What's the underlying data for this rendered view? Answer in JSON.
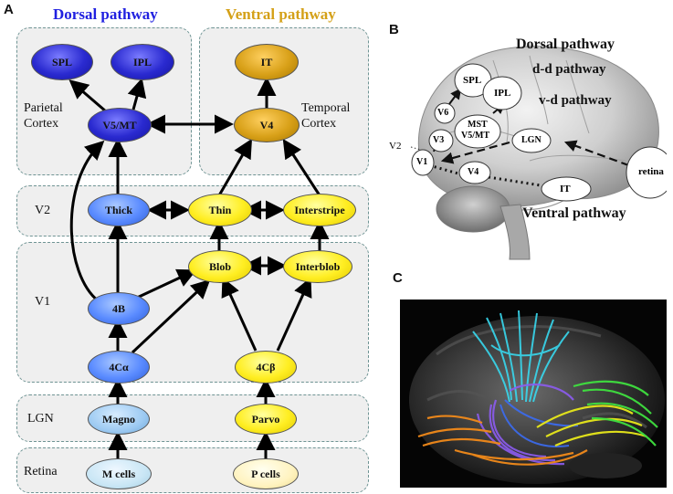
{
  "panel_a": {
    "letter": "A",
    "dorsal_title": "Dorsal pathway",
    "ventral_title": "Ventral pathway",
    "colors": {
      "dorsal": "#2020e0",
      "ventral": "#d4a017"
    },
    "regions": {
      "parietal": "Parietal\nCortex",
      "temporal": "Temporal\nCortex",
      "v2": "V2",
      "v1": "V1",
      "lgn": "LGN",
      "retina": "Retina"
    },
    "nodes": {
      "spl": "SPL",
      "ipl": "IPL",
      "it": "IT",
      "v5mt": "V5/MT",
      "v4": "V4",
      "thick": "Thick",
      "thin": "Thin",
      "interstripe": "Interstripe",
      "blob": "Blob",
      "interblob": "Interblob",
      "n4b": "4B",
      "n4ca": "4Cα",
      "n4cb": "4Cβ",
      "magno": "Magno",
      "parvo": "Parvo",
      "mcells": "M cells",
      "pcells": "P cells"
    }
  },
  "panel_b": {
    "letter": "B",
    "dorsal": "Dorsal pathway",
    "dd": "d-d pathway",
    "vd": "v-d pathway",
    "ventral": "Ventral pathway",
    "nodes": {
      "spl": "SPL",
      "ipl": "IPL",
      "v6": "V6",
      "v3": "V3",
      "mst": "MST",
      "v5mt": "V5/MT",
      "lgn": "LGN",
      "v2": "V2",
      "v1": "V1",
      "v4": "V4",
      "it": "IT",
      "retina": "retina"
    }
  },
  "panel_c": {
    "letter": "C"
  }
}
